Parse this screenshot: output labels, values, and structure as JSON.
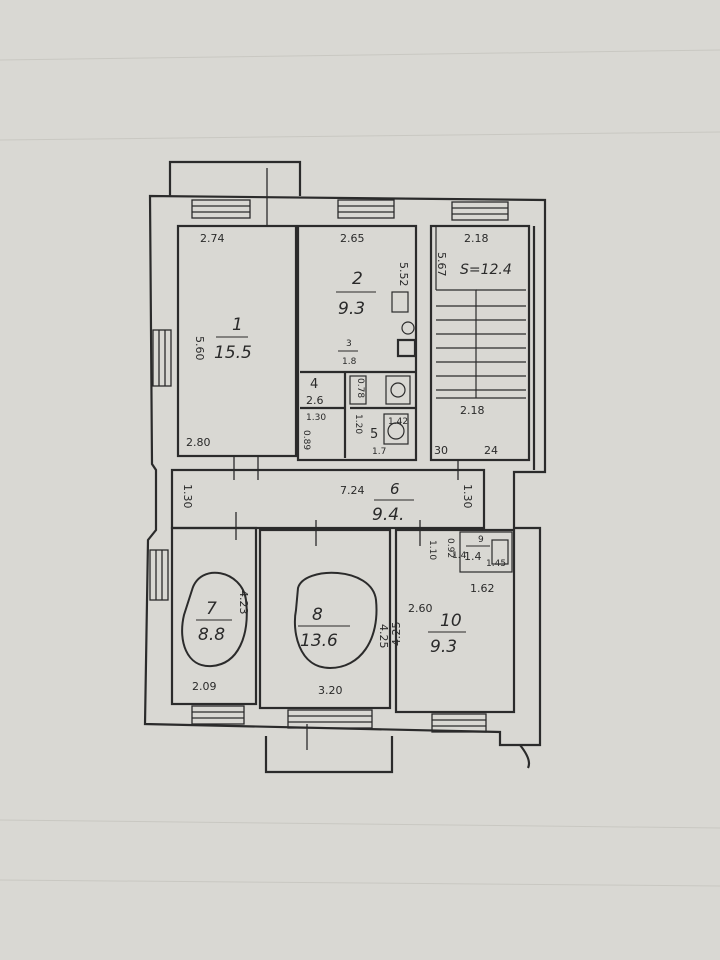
{
  "plan": {
    "rooms": [
      {
        "id": "room-1",
        "number": "1",
        "area": "15.5"
      },
      {
        "id": "room-2",
        "number": "2",
        "area": "9.3"
      },
      {
        "id": "room-3",
        "number": "3",
        "area": "1.8"
      },
      {
        "id": "room-4",
        "number": "4",
        "area": "2.6"
      },
      {
        "id": "room-5",
        "number": "5",
        "area": "1.7"
      },
      {
        "id": "room-6",
        "number": "6",
        "area": "9.4."
      },
      {
        "id": "room-7",
        "number": "7",
        "area": "8.8"
      },
      {
        "id": "room-8",
        "number": "8",
        "area": "13.6"
      },
      {
        "id": "room-9",
        "number": "9",
        "area": "1.4"
      },
      {
        "id": "room-10",
        "number": "10",
        "area": "9.3"
      }
    ],
    "stair_label": "S=12.4",
    "dimensions": {
      "r1_top": "2.74",
      "r1_side": "5.60",
      "r1_bottom": "2.80",
      "r2_top": "2.65",
      "r2_side": "5.52",
      "r4_a": "1.30",
      "r4_b": "0.89",
      "r5_a": "1.42",
      "r5_b": "1.20",
      "r5_c": "0.78",
      "stair_top": "2.18",
      "stair_side": "5.67",
      "stair_mid": "2.18",
      "stair_b1": "30",
      "stair_b2": "24",
      "hall_left": "1.30",
      "hall_len": "7.24",
      "hall_right": "1.30",
      "r9_a": "0.92",
      "r9_b": "1.45",
      "r10_a": "1.10",
      "r10_b": "1.62",
      "r10_c": "2.60",
      "r10_d": "4.25",
      "r10_e": "1.4",
      "r7_side": "4.23",
      "r7_bottom": "2.09",
      "r8_side": "4.25",
      "r8_bottom": "3.20"
    }
  }
}
